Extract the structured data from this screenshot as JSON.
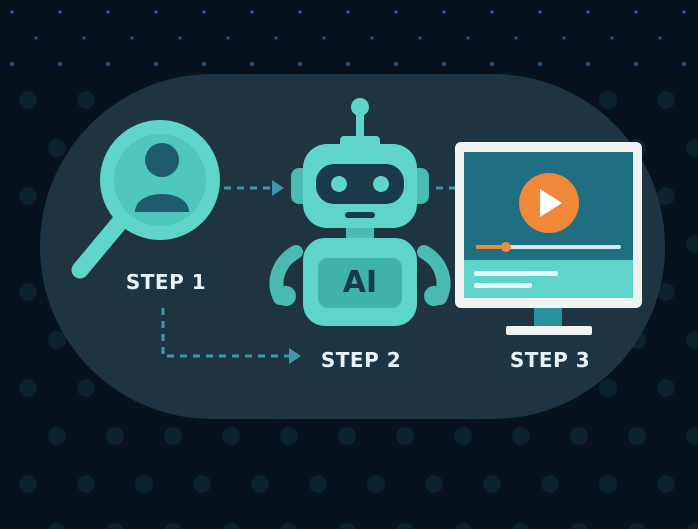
{
  "colors": {
    "background": "#07121c",
    "panel": "#1e3440",
    "teal": "#5fd4cb",
    "teal_dark": "#1e5b6e",
    "accent_orange": "#f0883a",
    "label_bg": "#1c3545",
    "label_text": "#e9f3f6"
  },
  "steps": [
    {
      "label": "STEP 1",
      "icon": "user-search-icon"
    },
    {
      "label": "STEP 2",
      "icon": "ai-robot-icon"
    },
    {
      "label": "STEP 3",
      "icon": "video-monitor-icon"
    }
  ],
  "robot": {
    "chest_text": "AI"
  }
}
